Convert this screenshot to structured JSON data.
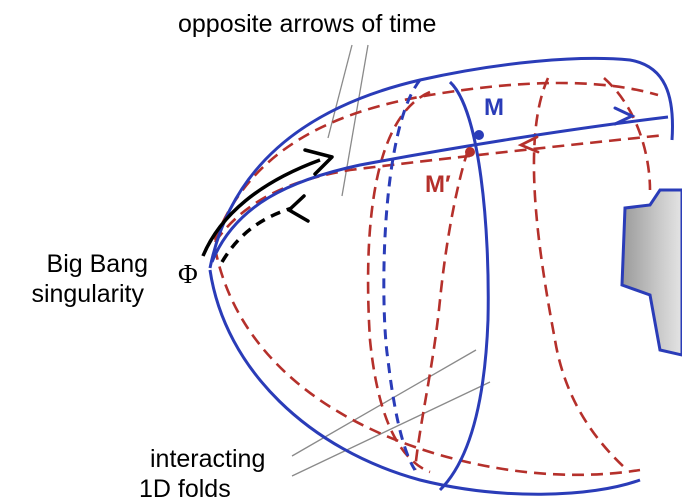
{
  "labels": {
    "top": "opposite arrows of time",
    "left_line1": "Big Bang",
    "left_line2": "singularity",
    "bottom_line1": "interacting",
    "bottom_line2": "1D folds",
    "point_m": "M",
    "point_m_prime": "M′",
    "phi": "Φ"
  },
  "colors": {
    "blue": "#2a3cb8",
    "red": "#b5302b",
    "black": "#000000",
    "grey_line": "#8a8a8a",
    "hole_fill": "#b9b9b9"
  }
}
